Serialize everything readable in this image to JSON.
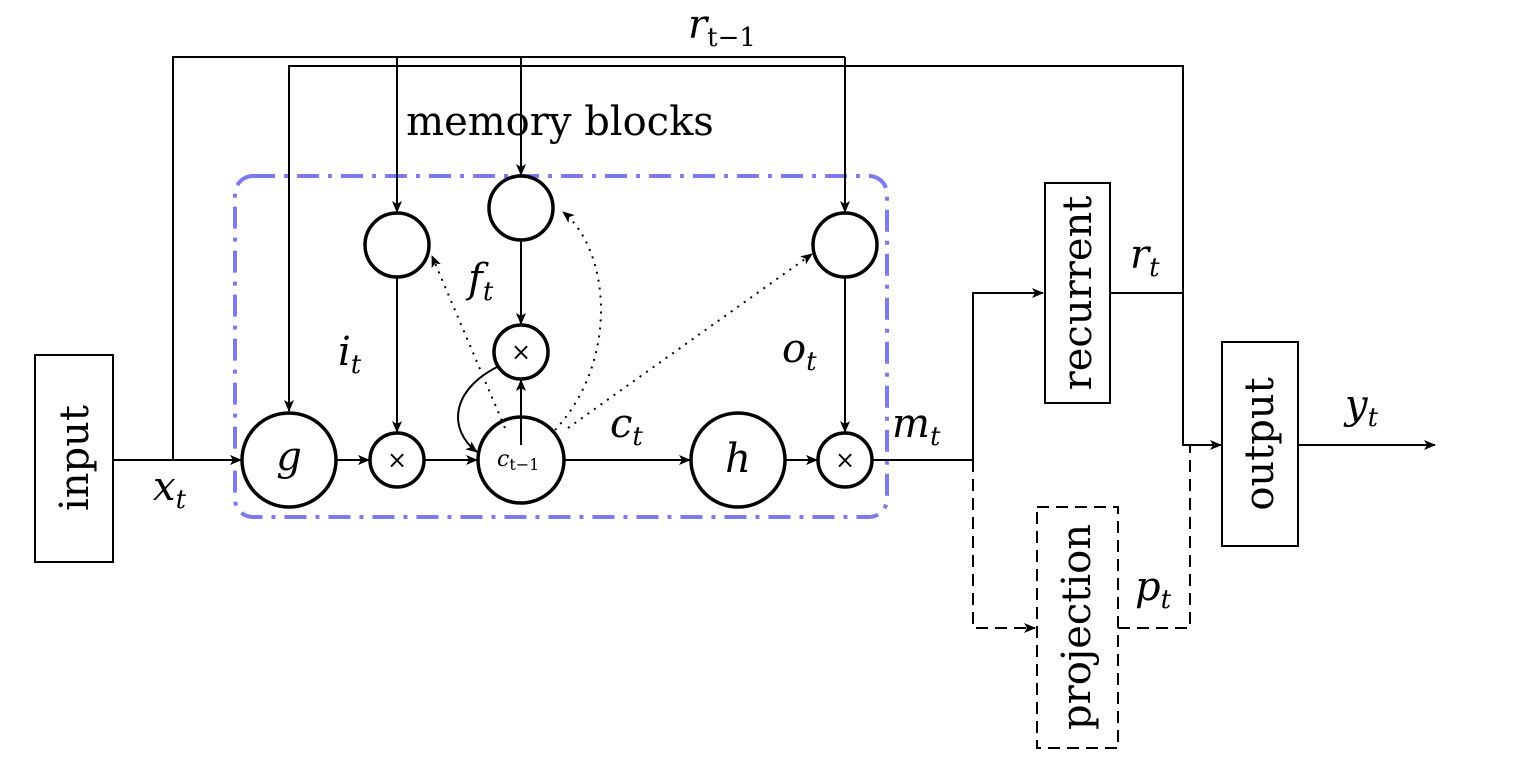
{
  "colors": {
    "memory_block_border": "#7b7bef",
    "lines": "#000000"
  },
  "labels": {
    "r_prev": {
      "base": "r",
      "sub": "t−1"
    },
    "memory_blocks": "memory blocks",
    "x_t": {
      "base": "x",
      "sub": "t"
    },
    "i_t": {
      "base": "i",
      "sub": "t"
    },
    "f_t": {
      "base": "f",
      "sub": "t"
    },
    "o_t": {
      "base": "o",
      "sub": "t"
    },
    "c_t": {
      "base": "c",
      "sub": "t"
    },
    "m_t": {
      "base": "m",
      "sub": "t"
    },
    "r_t": {
      "base": "r",
      "sub": "t"
    },
    "p_t": {
      "base": "p",
      "sub": "t"
    },
    "y_t": {
      "base": "y",
      "sub": "t"
    },
    "c_prev": {
      "base": "c",
      "sub": "t−1"
    }
  },
  "boxes": {
    "input": "input",
    "recurrent": "recurrent",
    "projection": "projection",
    "output": "output"
  },
  "nodes": {
    "g": "g",
    "h": "h",
    "multiply": "×"
  }
}
